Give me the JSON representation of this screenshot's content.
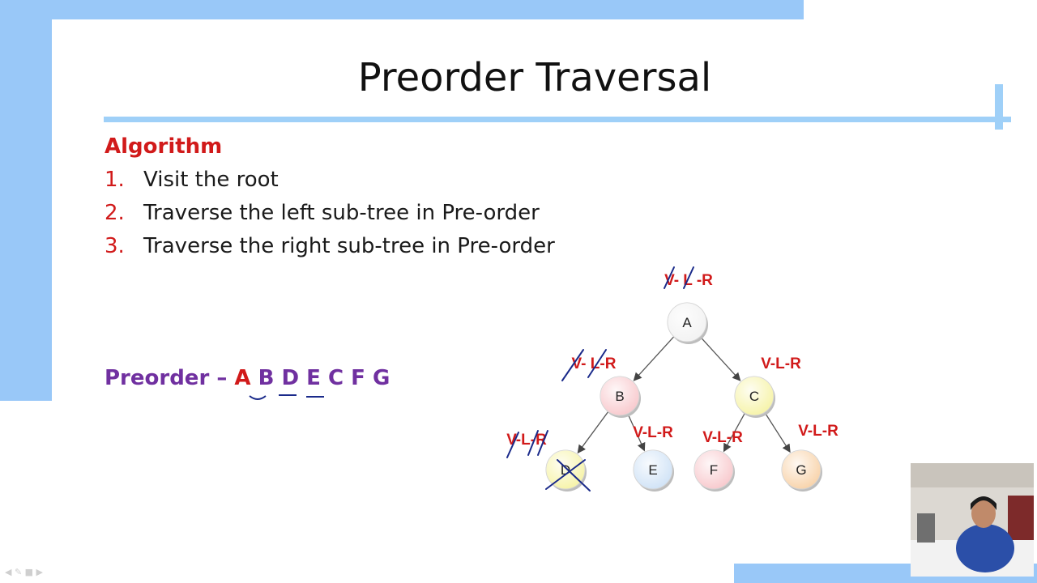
{
  "slide": {
    "title": "Preorder Traversal",
    "algorithm_heading": "Algorithm",
    "steps": [
      {
        "num": "1.",
        "text": "Visit the root"
      },
      {
        "num": "2.",
        "text": "Traverse the left sub-tree in Pre-order"
      },
      {
        "num": "3.",
        "text": "Traverse the right sub-tree in Pre-order"
      }
    ],
    "preorder": {
      "label": "Preorder –",
      "sequence": [
        "A",
        "B",
        "D",
        "E",
        "C",
        "F",
        "G"
      ]
    }
  },
  "tree": {
    "nodes": [
      {
        "id": "A",
        "label": "A",
        "fill": "#f2f2f2",
        "annotation": "V- L -R"
      },
      {
        "id": "B",
        "label": "B",
        "fill": "#f8c8cc",
        "annotation": "V- L-R"
      },
      {
        "id": "C",
        "label": "C",
        "fill": "#f6f3a6",
        "annotation": "V-L-R"
      },
      {
        "id": "D",
        "label": "D",
        "fill": "#f6f3a6",
        "annotation": "V-L-R"
      },
      {
        "id": "E",
        "label": "E",
        "fill": "#cfe2f6",
        "annotation": "V-L-R"
      },
      {
        "id": "F",
        "label": "F",
        "fill": "#f8c8cc",
        "annotation": "V-L-R"
      },
      {
        "id": "G",
        "label": "G",
        "fill": "#f8d2a8",
        "annotation": "V-L-R"
      }
    ],
    "edges": [
      [
        "A",
        "B"
      ],
      [
        "A",
        "C"
      ],
      [
        "B",
        "D"
      ],
      [
        "B",
        "E"
      ],
      [
        "C",
        "F"
      ],
      [
        "C",
        "G"
      ]
    ]
  },
  "colors": {
    "frame": "#99c8f8",
    "accent_red": "#d11a1a",
    "purple": "#7030a0",
    "ink": "#1a2a8a"
  }
}
